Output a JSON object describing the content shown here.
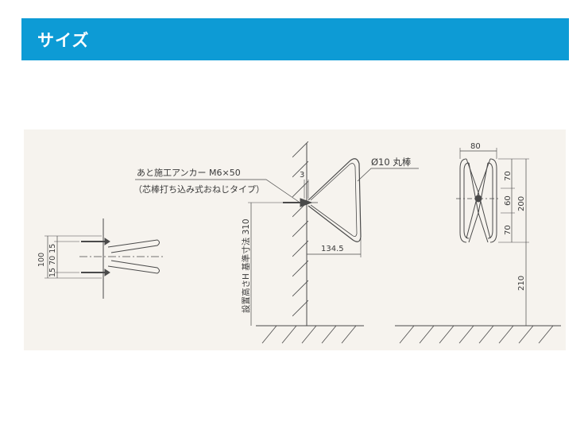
{
  "header": {
    "title": "サイズ"
  },
  "colors": {
    "header_bg": "#0d9bd5",
    "panel_bg": "#f6f3ee",
    "line": "#4a4a4a"
  },
  "left_view": {
    "dim_total": "100",
    "dim_stack": "15 70 15"
  },
  "middle_view": {
    "anchor_note_line1": "あと施工アンカー M6×50",
    "anchor_note_line2": "（芯棒打ち込み式おねじタイプ）",
    "offset_dim": "3",
    "rod_label": "Ø10 丸棒",
    "depth_dim": "134.5",
    "height_label": "設置高さH 基準寸法 310"
  },
  "right_view": {
    "width_dim": "80",
    "dim_70_top": "70",
    "dim_60": "60",
    "dim_70_bottom": "70",
    "dim_200": "200",
    "dim_210": "210"
  }
}
